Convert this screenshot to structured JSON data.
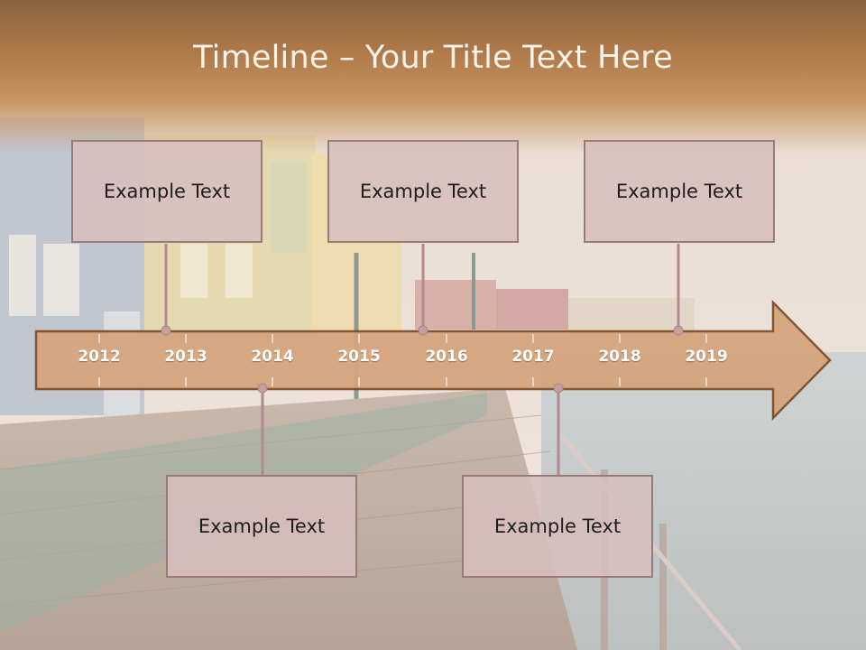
{
  "title": "Timeline – Your Title Text Here",
  "years": [
    "2012",
    "2013",
    "2014",
    "2015",
    "2016",
    "2017",
    "2018",
    "2019"
  ],
  "top_boxes": [
    {
      "text": "Example Text"
    },
    {
      "text": "Example Text"
    },
    {
      "text": "Example Text"
    }
  ],
  "bottom_boxes": [
    {
      "text": "Example Text"
    },
    {
      "text": "Example Text"
    }
  ],
  "colors": {
    "header": "#a97547",
    "arrow_fill": "#d8a880",
    "arrow_stroke": "#7a4e2a",
    "box_fill": "#d7bebe",
    "box_border": "#9a7b7b"
  }
}
